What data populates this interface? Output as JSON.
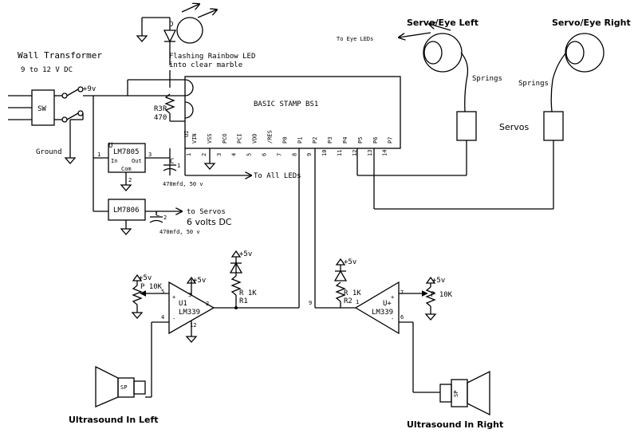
{
  "labels": {
    "wall_transformer": "Wall Transformer",
    "voltage_range": "9 to 12 V DC",
    "switch": "SW",
    "plus9": "+9v",
    "ground": "Ground",
    "led_desc_1": "Flashing Rainbow LED",
    "led_desc_2": "into clear marble",
    "led_d": "D",
    "r3": "R3",
    "r3_r": "R",
    "r3_val": "470",
    "u_mark": "U",
    "lm7805": "LM7805",
    "reg_in": "In",
    "reg_out": "Out",
    "reg_com": "Com",
    "pin1": "1",
    "pin2": "2",
    "pin3": "3",
    "c1": "C",
    "c1_num": "1",
    "c1_val": "470mfd, 50 v",
    "to_all_leds": "To All LEDs",
    "lm7806": "LM7806",
    "c2": "C",
    "c2_num": "2",
    "c2_val": "470mfd, 50 v",
    "to_servos": "to Servos",
    "six_volts": "6 volts DC",
    "basic_stamp": "BASIC STAMP BS1",
    "u2": "U2",
    "stamp_pins": [
      "VIN",
      "VSS",
      "PCO",
      "PCI",
      "VDD",
      "/RES",
      "P0",
      "P1",
      "P2",
      "P3",
      "P4",
      "P5",
      "P6",
      "P7"
    ],
    "stamp_nums": [
      "1",
      "2",
      "3",
      "4",
      "5",
      "6",
      "7",
      "8",
      "9",
      "10",
      "11",
      "12",
      "13",
      "14"
    ],
    "servo_left": "Servo/Eye Left",
    "servo_right": "Servo/Eye Right",
    "to_eye_leds": "To Eye LEDs",
    "springs_left": "Springs",
    "springs_right": "Springs",
    "servos": "Servos",
    "plus5": "+5v",
    "p10k": "P 10K",
    "r1k": "R 1K",
    "r1": "R1",
    "r2": "R2",
    "u1": "U1",
    "uplus": "U+",
    "lm339": "LM339",
    "opamp_plus": "+",
    "opamp_minus": "-",
    "pin4": "4",
    "pin5": "5",
    "pin6": "6",
    "pin7": "7",
    "pin9": "9",
    "pin12": "12",
    "sp": "SP",
    "ultra_left": "Ultrasound In Left",
    "ultra_right": "Ultrasound In Right"
  }
}
